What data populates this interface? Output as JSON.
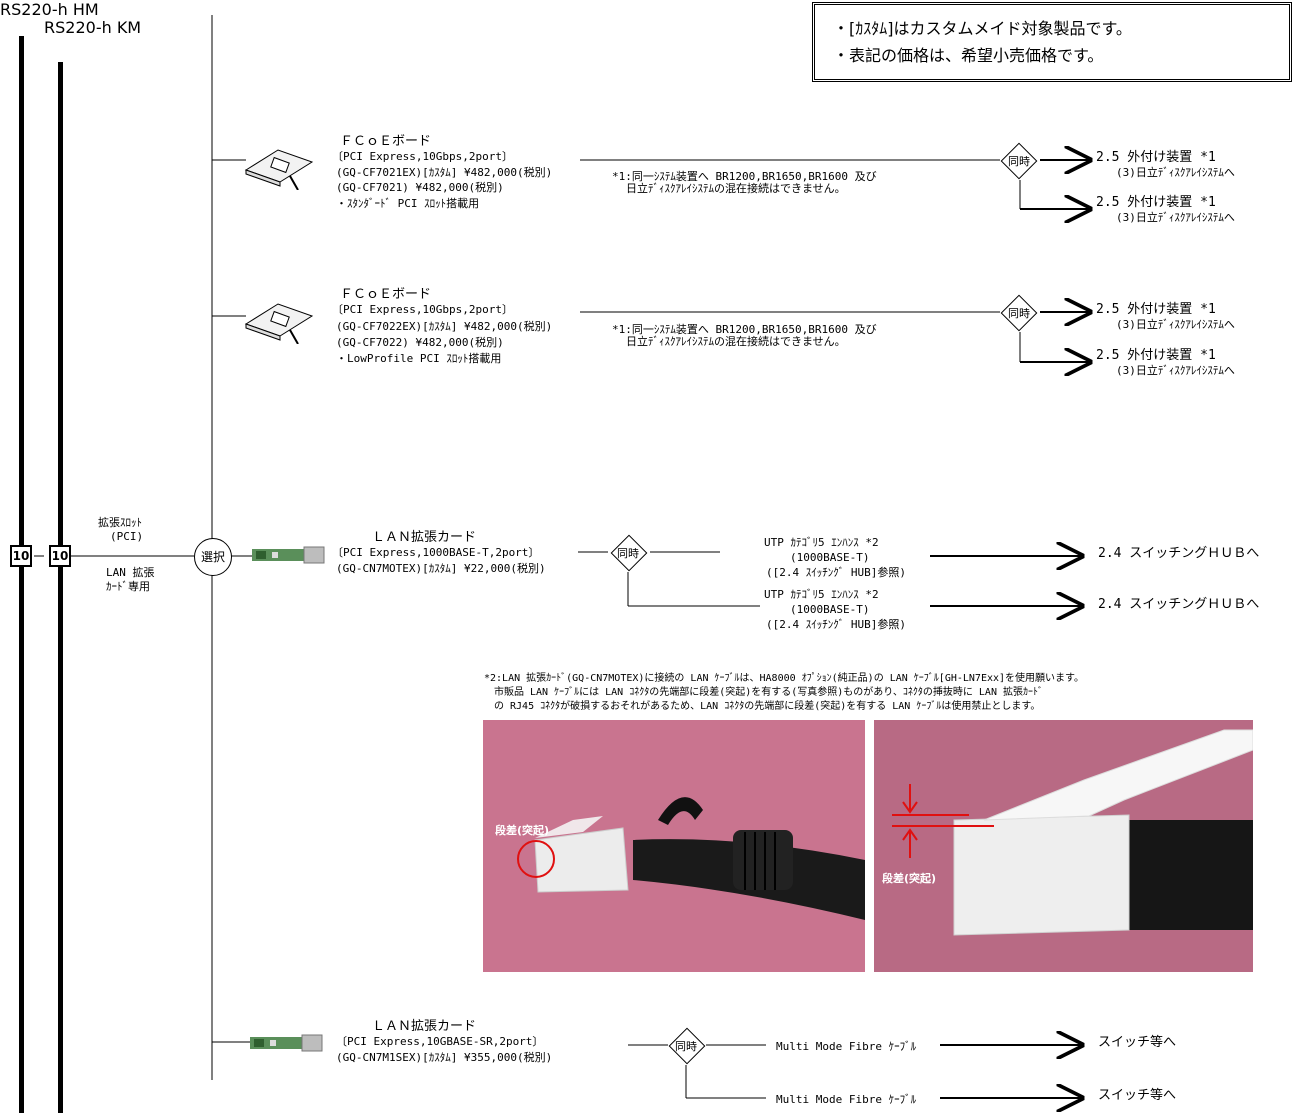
{
  "models": {
    "hm": "RS220-h HM",
    "km": "RS220-h KM"
  },
  "notes": [
    "・[ｶｽﾀﾑ]はカスタムメイド対象製品です。",
    "・表記の価格は、希望小売価格です。"
  ],
  "slot": {
    "number_hm": "10",
    "number_km": "10",
    "name": "拡張ｽﾛｯﾄ",
    "bus": "(PCI)",
    "usage1": "LAN 拡張",
    "usage2": "ｶｰﾄﾞ専用",
    "select": "選択"
  },
  "fcoe1": {
    "title": "ＦＣｏＥボード",
    "spec": "〔PCI Express,10Gbps,2port〕",
    "line1": "(GQ-CF7021EX)[ｶｽﾀﾑ]   ¥482,000(税別)",
    "line2": "(GQ-CF7021)          ¥482,000(税別)",
    "line3": "・ｽﾀﾝﾀﾞｰﾄﾞ PCI ｽﾛｯﾄ搭載用",
    "note1": "*1:同一ｼｽﾃﾑ装置へ BR1200,BR1650,BR1600 及び",
    "note2": "日立ﾃﾞｨｽｸｱﾚｲｼｽﾃﾑの混在接続はできません。",
    "sim": "同時",
    "dest1a": "2.5 外付け装置 *1",
    "dest1b": "(3)日立ﾃﾞｨｽｸｱﾚｲｼｽﾃﾑへ",
    "dest2a": "2.5 外付け装置 *1",
    "dest2b": "(3)日立ﾃﾞｨｽｸｱﾚｲｼｽﾃﾑへ"
  },
  "fcoe2": {
    "title": "ＦＣｏＥボード",
    "spec": "〔PCI Express,10Gbps,2port〕",
    "line1": "(GQ-CF7022EX)[ｶｽﾀﾑ]   ¥482,000(税別)",
    "line2": "(GQ-CF7022)          ¥482,000(税別)",
    "line3": "・LowProfile PCI ｽﾛｯﾄ搭載用",
    "note1": "*1:同一ｼｽﾃﾑ装置へ BR1200,BR1650,BR1600 及び",
    "note2": "日立ﾃﾞｨｽｸｱﾚｲｼｽﾃﾑの混在接続はできません。",
    "sim": "同時",
    "dest1a": "2.5 外付け装置 *1",
    "dest1b": "(3)日立ﾃﾞｨｽｸｱﾚｲｼｽﾃﾑへ",
    "dest2a": "2.5 外付け装置 *1",
    "dest2b": "(3)日立ﾃﾞｨｽｸｱﾚｲｼｽﾃﾑへ"
  },
  "lan1": {
    "title": "ＬＡＮ拡張カード",
    "spec": "〔PCI Express,1000BASE-T,2port〕",
    "line1": "(GQ-CN7MOTEX)[ｶｽﾀﾑ]  ¥22,000(税別)",
    "sim": "同時",
    "cable1a": "UTP ｶﾃｺﾞﾘ5 ｴﾝﾊﾝｽ *2",
    "cable1b": "(1000BASE-T)",
    "cable1c": "([2.4 ｽｲｯﾁﾝｸﾞ HUB]参照)",
    "cable2a": "UTP ｶﾃｺﾞﾘ5 ｴﾝﾊﾝｽ *2",
    "cable2b": "(1000BASE-T)",
    "cable2c": "([2.4 ｽｲｯﾁﾝｸﾞ HUB]参照)",
    "dest1": "2.4 スイッチングＨＵＢへ",
    "dest2": "2.4 スイッチングＨＵＢへ"
  },
  "warning": [
    "*2:LAN 拡張ｶｰﾄﾞ(GQ-CN7MOTEX)に接続の LAN ｹｰﾌﾞﾙは、HA8000 ｵﾌﾟｼｮﾝ(純正品)の LAN ｹｰﾌﾞﾙ[GH-LN7Exx]を使用願います。",
    "市販品 LAN ｹｰﾌﾞﾙには LAN ｺﾈｸﾀの先端部に段差(突起)を有する(写真参照)ものがあり、ｺﾈｸﾀの挿抜時に LAN 拡張ｶｰﾄﾞ",
    "の RJ45 ｺﾈｸﾀが破損するおそれがあるため、LAN ｺﾈｸﾀの先端部に段差(突起)を有する LAN ｹｰﾌﾞﾙは使用禁止とします。"
  ],
  "photo_label1": "段差(突起)",
  "photo_label2": "段差(突起)",
  "lan2": {
    "title": "ＬＡＮ拡張カード",
    "spec": "〔PCI Express,10GBASE-SR,2port〕",
    "line1": "(GQ-CN7M1SEX)[ｶｽﾀﾑ]  ¥355,000(税別)",
    "sim": "同時",
    "cable1": "Multi Mode Fibre ｹｰﾌﾞﾙ",
    "cable2": "Multi Mode Fibre ｹｰﾌﾞﾙ",
    "dest1": "スイッチ等へ",
    "dest2": "スイッチ等へ"
  },
  "colors": {
    "line": "#000000",
    "photo_bg": "#c9748f",
    "marker": "#e01010"
  }
}
